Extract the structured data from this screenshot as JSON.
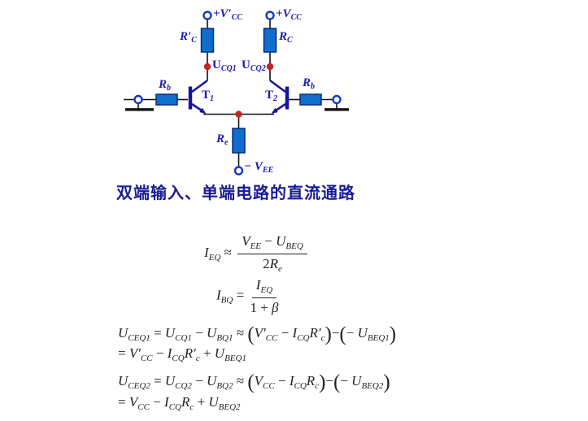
{
  "caption": "双端输入、单端电路的直流通路",
  "colors": {
    "label_blue": "#1a1ab4",
    "caption_blue": "#1a1a96",
    "resistor_fill": "#0e6ecd",
    "resistor_stroke": "#0a2a7a",
    "transistor_navy": "#16169a",
    "terminal_blue": "#1535cf",
    "node_red": "#c42520",
    "wire_black": "#111111",
    "formula_ink": "#222222"
  },
  "circuit": {
    "labels": {
      "supply_left": {
        "main": "+V′",
        "sub": "CC"
      },
      "supply_right": {
        "main": "+V",
        "sub": "CC"
      },
      "rc_left": {
        "main": "R′",
        "sub": "C"
      },
      "rc_right": {
        "main": "R",
        "sub": "C"
      },
      "ucq1": {
        "main": "U",
        "sub": "CQ1"
      },
      "ucq2": {
        "main": "U",
        "sub": "CQ2"
      },
      "rb_left": {
        "main": "R",
        "sub": "b"
      },
      "rb_right": {
        "main": "R",
        "sub": "b"
      },
      "t1": {
        "main": "T",
        "sub": "1"
      },
      "t2": {
        "main": "T",
        "sub": "2"
      },
      "re": {
        "main": "R",
        "sub": "e"
      },
      "vee": {
        "main": "− V",
        "sub": "EE"
      }
    }
  },
  "formulas": [
    [
      [
        "v",
        "I"
      ],
      [
        "s",
        "EQ"
      ],
      [
        "o",
        " ≈ "
      ],
      [
        "f",
        [
          [
            "v",
            "V"
          ],
          [
            "s",
            "EE"
          ],
          [
            "o",
            " − "
          ],
          [
            "v",
            "U"
          ],
          [
            "s",
            "BEQ"
          ]
        ],
        [
          [
            "o",
            "2"
          ],
          [
            "v",
            "R"
          ],
          [
            "s",
            "e"
          ]
        ]
      ]
    ],
    [
      [
        "v",
        "I"
      ],
      [
        "s",
        "BQ"
      ],
      [
        "o",
        " = "
      ],
      [
        "f",
        [
          [
            "v",
            "I"
          ],
          [
            "s",
            "EQ"
          ]
        ],
        [
          [
            "o",
            "1 + "
          ],
          [
            "v",
            "β"
          ]
        ]
      ]
    ],
    [
      [
        "v",
        "U"
      ],
      [
        "s",
        "CEQ1"
      ],
      [
        "o",
        " = "
      ],
      [
        "v",
        "U"
      ],
      [
        "s",
        "CQ1"
      ],
      [
        "o",
        " − "
      ],
      [
        "v",
        "U"
      ],
      [
        "s",
        "BQ1"
      ],
      [
        "o",
        " ≈ "
      ],
      [
        "p",
        "("
      ],
      [
        "v",
        "V′"
      ],
      [
        "s",
        "CC"
      ],
      [
        "o",
        " − "
      ],
      [
        "v",
        "I"
      ],
      [
        "s",
        "CQ"
      ],
      [
        "v",
        "R′"
      ],
      [
        "s",
        "c"
      ],
      [
        "p",
        ")"
      ],
      [
        "o",
        "−"
      ],
      [
        "p",
        "("
      ],
      [
        "o",
        "− "
      ],
      [
        "v",
        "U"
      ],
      [
        "s",
        "BEQ1"
      ],
      [
        "p",
        ")"
      ]
    ],
    [
      [
        "o",
        "= "
      ],
      [
        "v",
        "V′"
      ],
      [
        "s",
        "CC"
      ],
      [
        "o",
        " − "
      ],
      [
        "v",
        "I"
      ],
      [
        "s",
        "CQ"
      ],
      [
        "v",
        "R′"
      ],
      [
        "s",
        "c"
      ],
      [
        "o",
        " + "
      ],
      [
        "v",
        "U"
      ],
      [
        "s",
        "BEQ1"
      ]
    ],
    [
      [
        "v",
        "U"
      ],
      [
        "s",
        "CEQ2"
      ],
      [
        "o",
        " = "
      ],
      [
        "v",
        "U"
      ],
      [
        "s",
        "CQ2"
      ],
      [
        "o",
        " − "
      ],
      [
        "v",
        "U"
      ],
      [
        "s",
        "BQ2"
      ],
      [
        "o",
        " ≈ "
      ],
      [
        "p",
        "("
      ],
      [
        "v",
        "V"
      ],
      [
        "s",
        "CC"
      ],
      [
        "o",
        " − "
      ],
      [
        "v",
        "I"
      ],
      [
        "s",
        "CQ"
      ],
      [
        "v",
        "R"
      ],
      [
        "s",
        "c"
      ],
      [
        "p",
        ")"
      ],
      [
        "o",
        "−"
      ],
      [
        "p",
        "("
      ],
      [
        "o",
        "− "
      ],
      [
        "v",
        "U"
      ],
      [
        "s",
        "BEQ2"
      ],
      [
        "p",
        ")"
      ]
    ],
    [
      [
        "o",
        "= "
      ],
      [
        "v",
        "V"
      ],
      [
        "s",
        "CC"
      ],
      [
        "o",
        " − "
      ],
      [
        "v",
        "I"
      ],
      [
        "s",
        "CQ"
      ],
      [
        "v",
        "R"
      ],
      [
        "s",
        "c"
      ],
      [
        "o",
        " + "
      ],
      [
        "v",
        "U"
      ],
      [
        "s",
        "BEQ2"
      ]
    ]
  ]
}
